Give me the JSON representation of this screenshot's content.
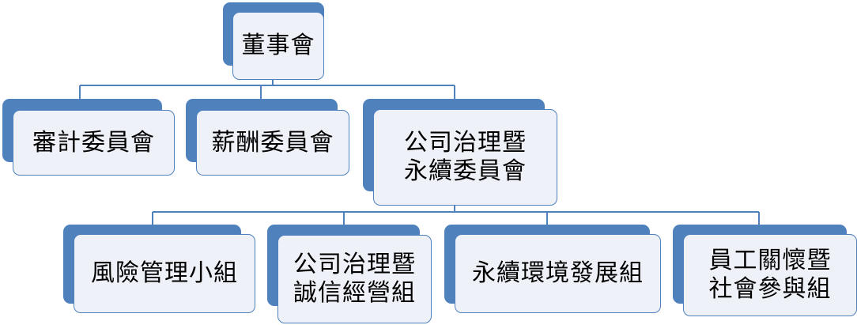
{
  "colors": {
    "accent": "#4f81bd",
    "box_fill": "#eef1f7",
    "text": "#000000"
  },
  "root": {
    "lines": [
      "董事會"
    ]
  },
  "committees": [
    {
      "lines": [
        "審計委員會"
      ]
    },
    {
      "lines": [
        "薪酬委員會"
      ]
    },
    {
      "lines": [
        "公司治理暨",
        "永續委員會"
      ]
    }
  ],
  "groups": [
    {
      "lines": [
        "風險管理小組"
      ]
    },
    {
      "lines": [
        "公司治理暨",
        "誠信經營組"
      ]
    },
    {
      "lines": [
        "永續環境發展組"
      ]
    },
    {
      "lines": [
        "員工關懷暨",
        "社會參與組"
      ]
    }
  ]
}
